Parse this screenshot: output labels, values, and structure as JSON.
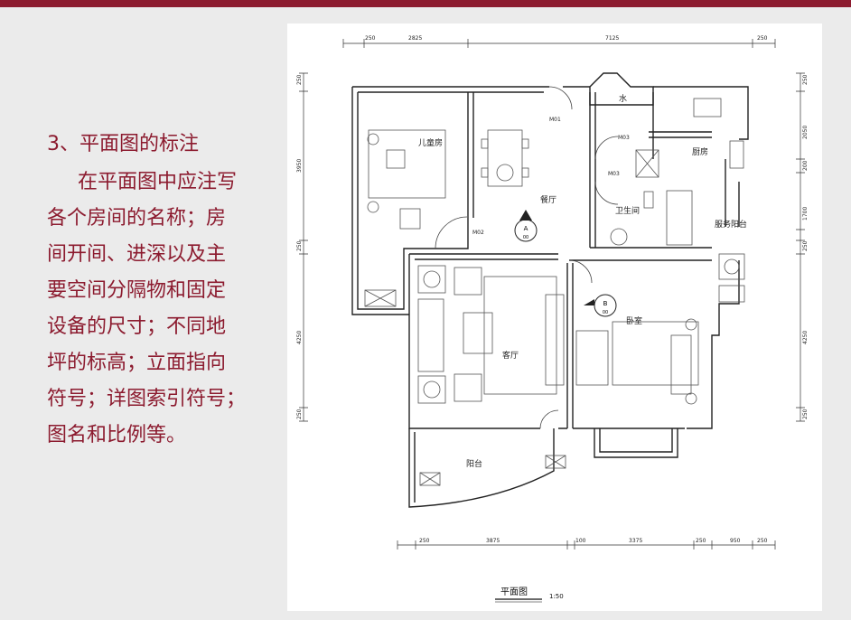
{
  "slide": {
    "heading": "3、平面图的标注",
    "body_lines": [
      "在平面图中应注写",
      "各个房间的名称；房",
      "间开间、进深以及主",
      "要空间分隔物和固定",
      "设备的尺寸；不同地",
      "坪的标高；立面指向",
      "符号；详图索引符号；",
      "图名和比例等。"
    ],
    "accent_color": "#8c1b2f"
  },
  "plan": {
    "rooms": {
      "children": "儿童房",
      "dining": "餐厅",
      "kitchen": "厨房",
      "bath": "卫生间",
      "service_balcony": "服务阳台",
      "living": "客厅",
      "bedroom": "卧室",
      "balcony": "阳台",
      "water": "水"
    },
    "doors": {
      "m01": "M01",
      "m02": "M02",
      "m03a": "M03",
      "m03b": "M03"
    },
    "markers": {
      "a_letter": "A",
      "a_sheet": "00",
      "b_letter": "B",
      "b_sheet": "00"
    },
    "dims_top": [
      "250",
      "2825",
      "7125",
      "250"
    ],
    "dims_bottom": [
      "250",
      "3875",
      "100",
      "3375",
      "250",
      "950",
      "250"
    ],
    "dims_left": [
      "250",
      "3950",
      "250",
      "4250",
      "250"
    ],
    "dims_right": [
      "250",
      "2050",
      "200",
      "1700",
      "250",
      "4250",
      "250"
    ],
    "title": "平面图",
    "scale": "1:50"
  }
}
